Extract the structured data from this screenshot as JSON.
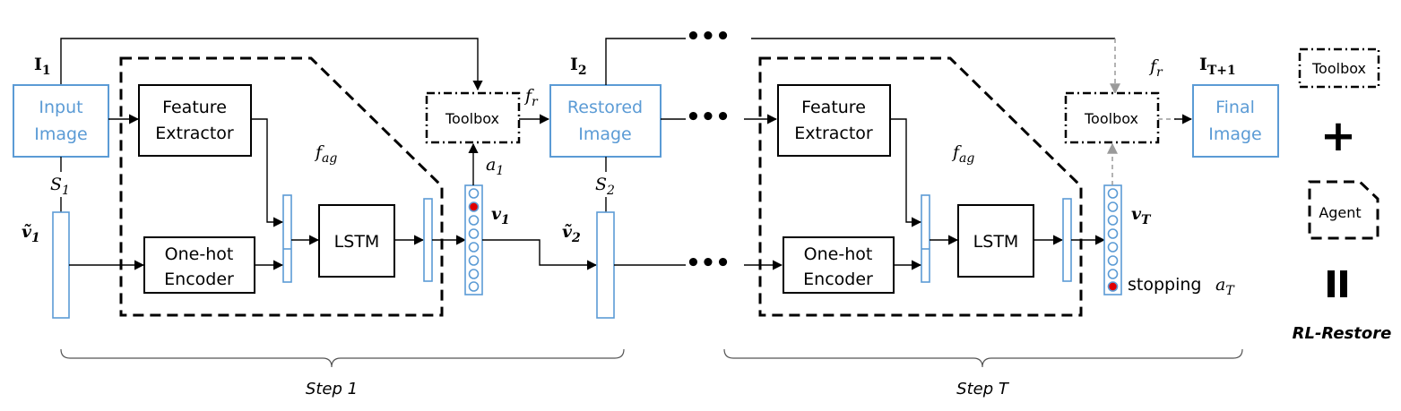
{
  "labels": {
    "input_image": [
      "Input",
      "Image"
    ],
    "restored_image": [
      "Restored",
      "Image"
    ],
    "final_image": [
      "Final",
      "Image"
    ],
    "feature_extractor": [
      "Feature",
      "Extractor"
    ],
    "onehot_encoder": [
      "One-hot",
      "Encoder"
    ],
    "lstm": "LSTM",
    "toolbox": "Toolbox",
    "agent": "Agent",
    "stopping": "stopping",
    "step_1": "Step 1",
    "step_t": "Step T",
    "rl_restore": "RL-Restore",
    "ellipsis": "•••"
  },
  "math": {
    "I1": {
      "base": "I",
      "sub": "1"
    },
    "I2": {
      "base": "I",
      "sub": "2"
    },
    "IT1": {
      "base": "I",
      "sub": "T+1"
    },
    "S1": {
      "base": "S",
      "sub": "1"
    },
    "S2": {
      "base": "S",
      "sub": "2"
    },
    "a1": {
      "base": "a",
      "sub": "1"
    },
    "aT": {
      "base": "a",
      "sub": "T"
    },
    "v1": {
      "base": "v",
      "sub": "1"
    },
    "vT": {
      "base": "v",
      "sub": "T"
    },
    "vt1": {
      "base": "ṽ",
      "sub": "1"
    },
    "vt2": {
      "base": "ṽ",
      "sub": "2"
    },
    "fr": {
      "base": "f",
      "sub": "r"
    },
    "fag": {
      "base": "f",
      "sub": "ag"
    }
  },
  "legend": {
    "plus_symbol": "+",
    "equals_symbol": "II"
  }
}
